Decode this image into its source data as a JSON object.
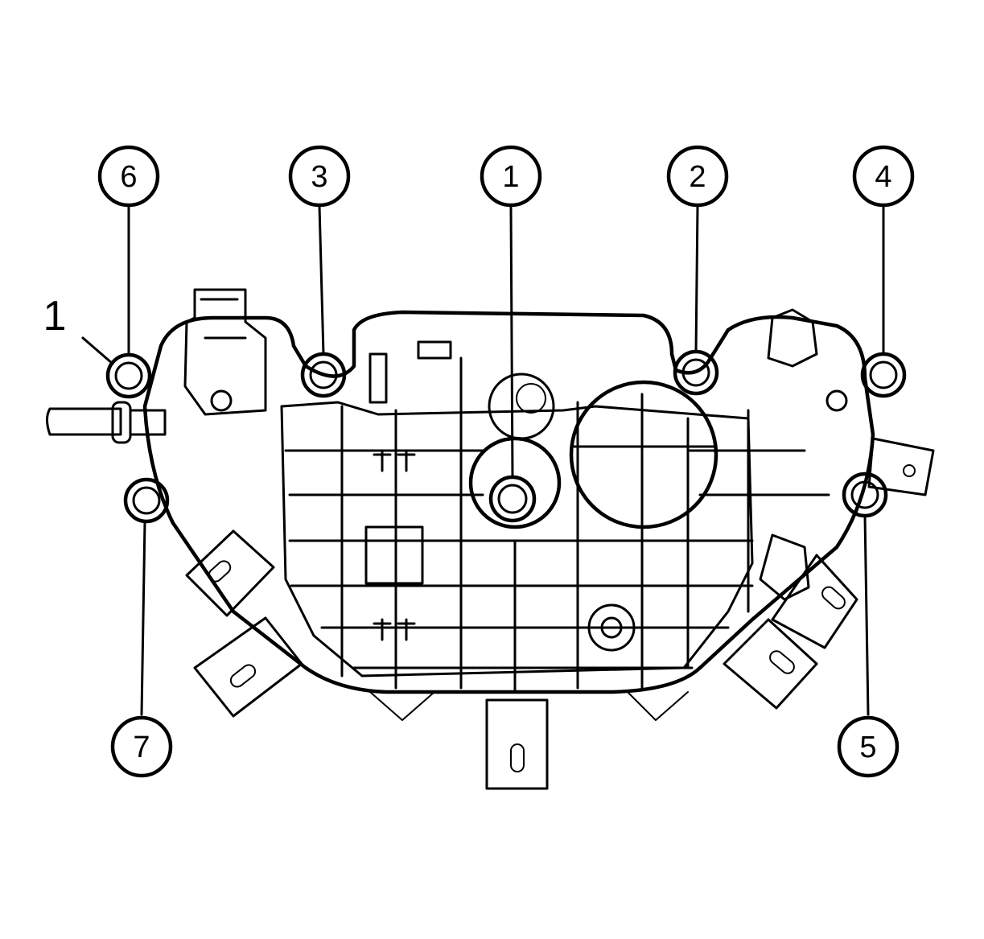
{
  "diagram": {
    "reference_label": "1",
    "callouts": [
      {
        "id": "callout-1",
        "label": "1"
      },
      {
        "id": "callout-2",
        "label": "2"
      },
      {
        "id": "callout-3",
        "label": "3"
      },
      {
        "id": "callout-4",
        "label": "4"
      },
      {
        "id": "callout-5",
        "label": "5"
      },
      {
        "id": "callout-6",
        "label": "6"
      },
      {
        "id": "callout-7",
        "label": "7"
      }
    ],
    "colors": {
      "ink": "#000000",
      "background": "#ffffff"
    }
  }
}
